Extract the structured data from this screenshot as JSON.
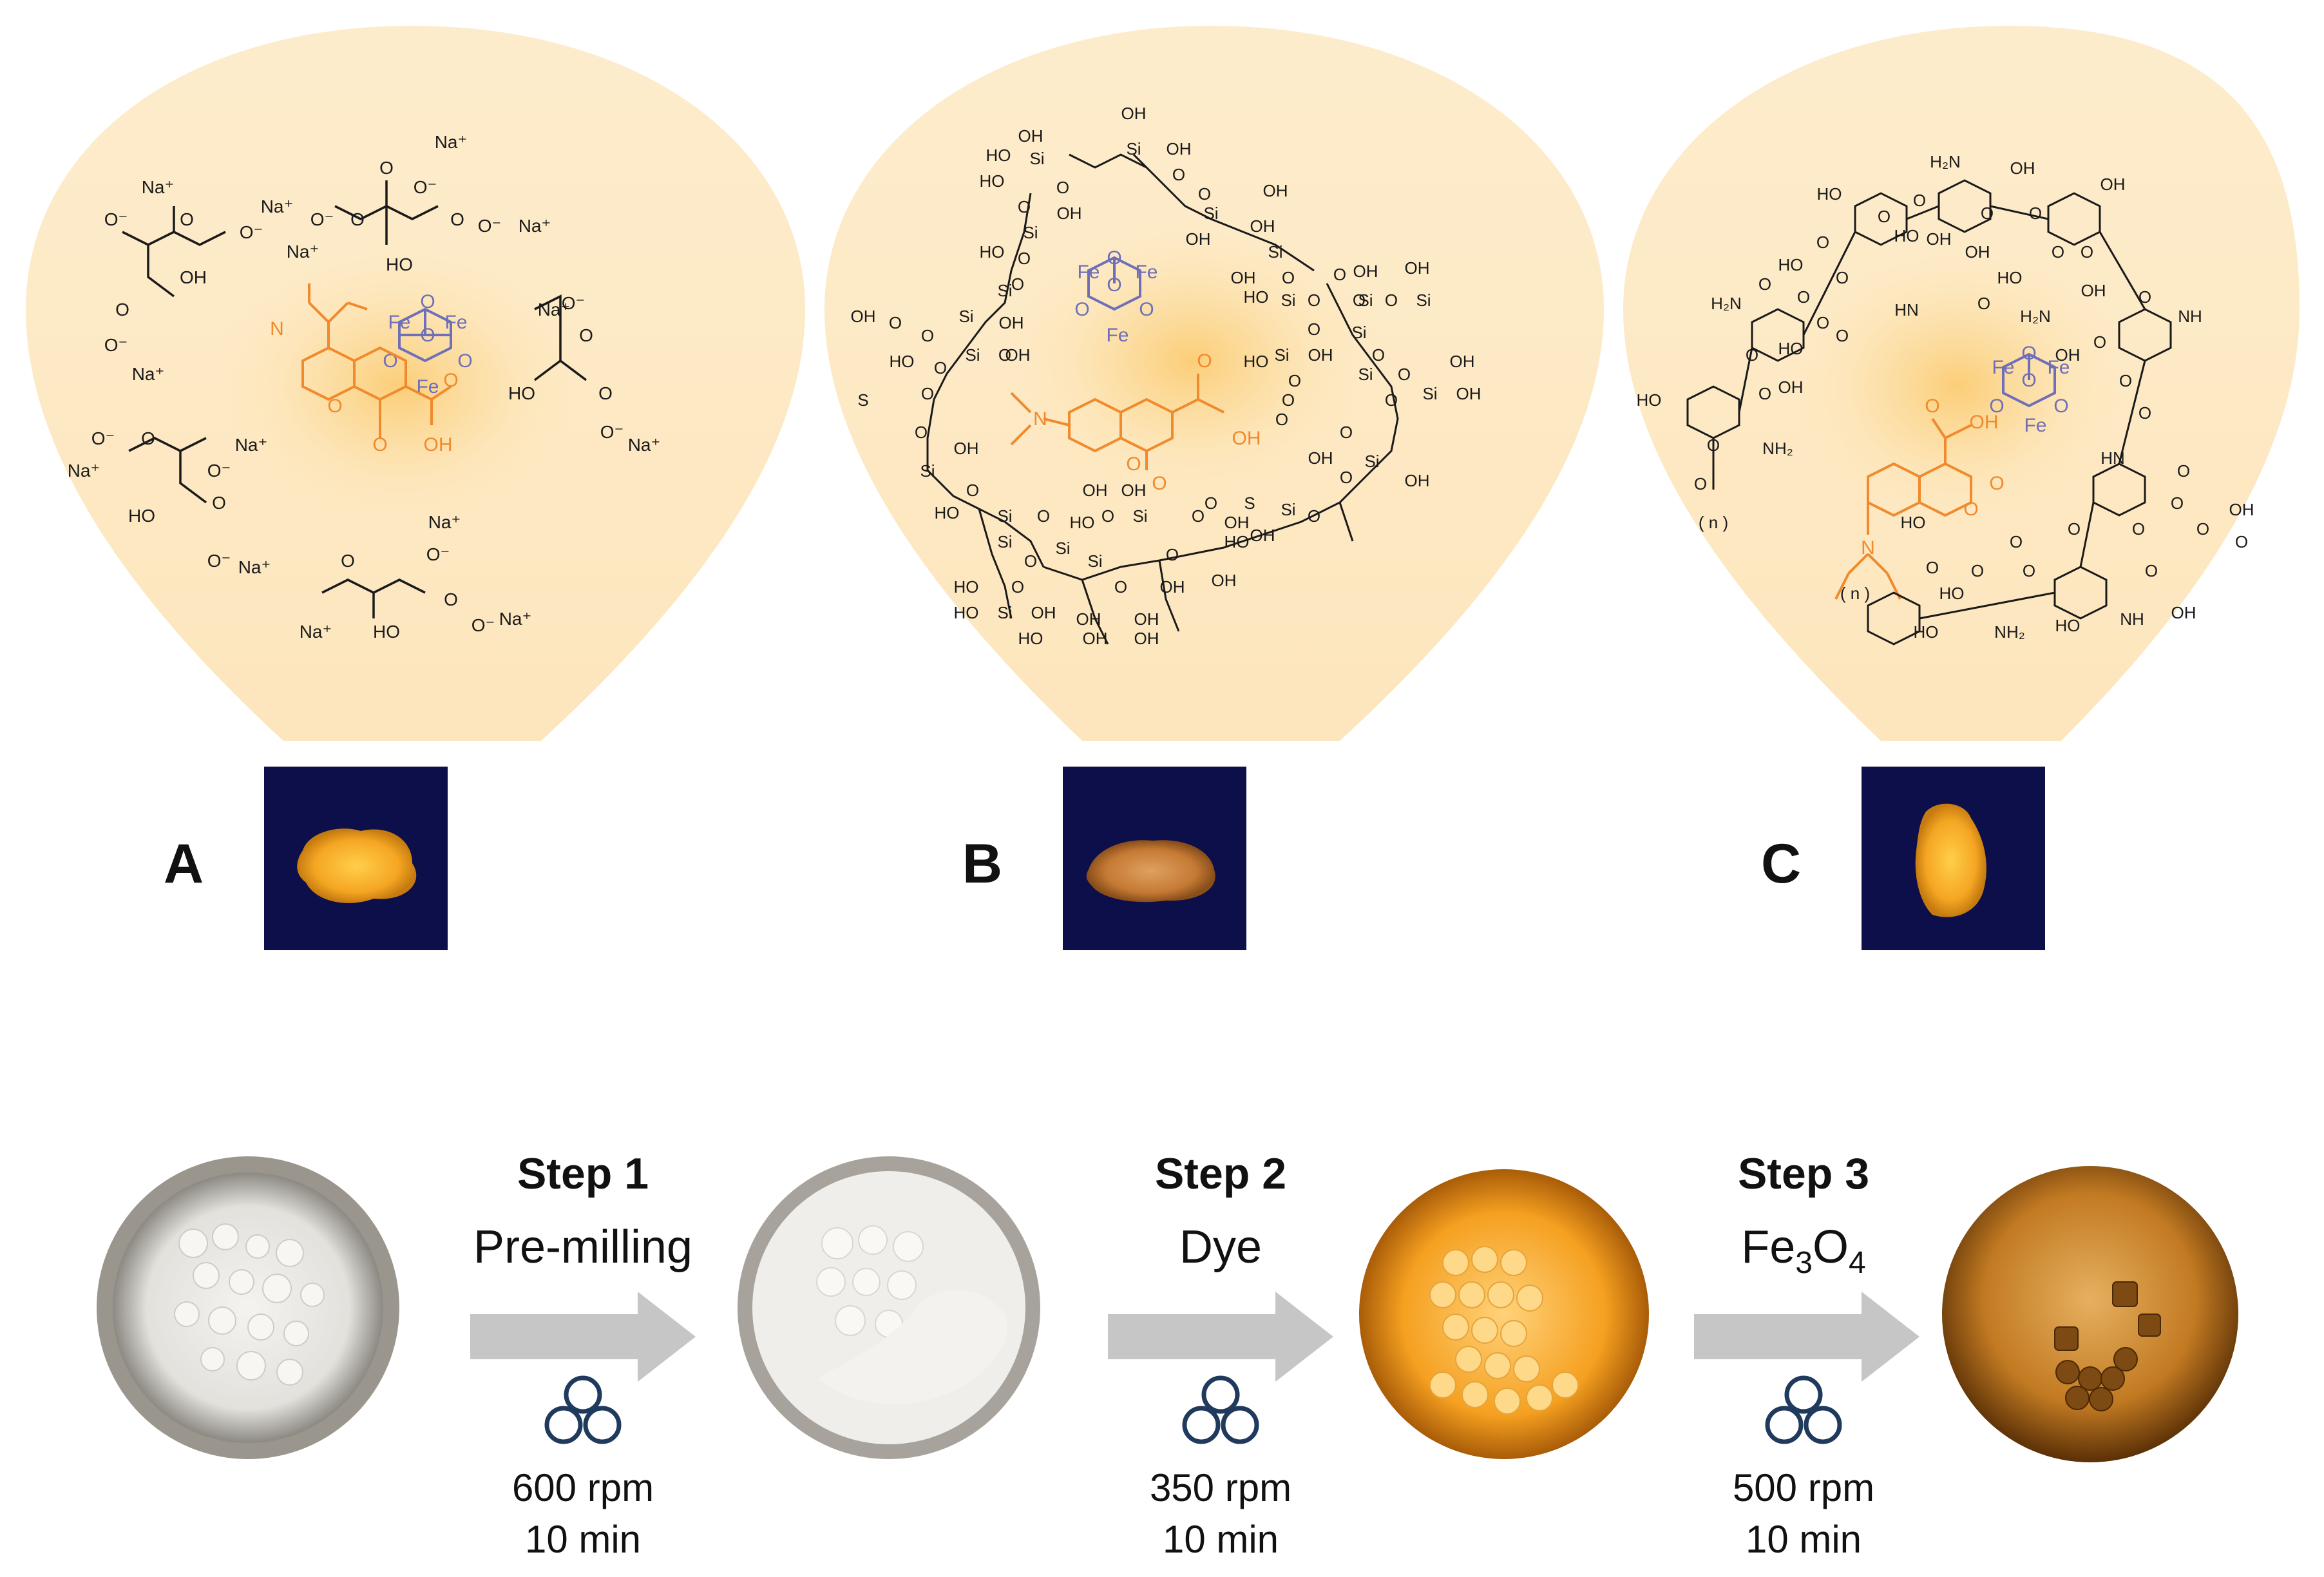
{
  "panels": [
    {
      "label": "A",
      "iron_oxide_atoms": [
        "Fe",
        "O",
        "Fe",
        "O",
        "O",
        "O",
        "Fe"
      ],
      "dye_atoms": [
        "N",
        "O",
        "O",
        "O",
        "OH"
      ],
      "matrix_labels": [
        "Na⁺",
        "Na⁺",
        "O⁻",
        "O⁻",
        "O",
        "O",
        "OH",
        "O⁻",
        "O",
        "O⁻",
        "Na⁺",
        "HO",
        "Na⁺",
        "Na⁺",
        "O⁻",
        "O",
        "O",
        "O⁻",
        "Na⁺",
        "O⁻",
        "O",
        "HO",
        "O",
        "O⁻",
        "Na⁺",
        "Na⁺",
        "O⁻",
        "O",
        "O⁻",
        "Na⁺",
        "HO",
        "O",
        "O⁻",
        "Na⁺",
        "Na⁺",
        "Na⁺",
        "O⁻",
        "O",
        "HO",
        "O",
        "O⁻",
        "Na⁺",
        "Na⁺"
      ]
    },
    {
      "label": "B",
      "iron_oxide_atoms": [
        "Fe",
        "O",
        "Fe",
        "O",
        "O",
        "O",
        "Fe"
      ],
      "dye_atoms": [
        "N",
        "O",
        "O",
        "O",
        "OH"
      ],
      "matrix_labels": [
        "OH",
        "OH",
        "HO",
        "Si",
        "O",
        "Si",
        "OH",
        "HO",
        "O",
        "O",
        "OH",
        "Si",
        "O",
        "Si",
        "O",
        "OH",
        "OH",
        "O",
        "HO",
        "Si",
        "OH",
        "OH",
        "Si",
        "OH",
        "HO",
        "O",
        "Si",
        "O",
        "O",
        "O",
        "OH",
        "Si",
        "O",
        "Si",
        "OH",
        "Si",
        "O",
        "O",
        "Si",
        "OH",
        "O",
        "HO",
        "Si",
        "O",
        "O",
        "OH",
        "Si",
        "OH",
        "HO",
        "O",
        "O",
        "Si",
        "O",
        "O",
        "OH",
        "O",
        "S",
        "O",
        "O",
        "Si",
        "OH",
        "O",
        "OH",
        "OH",
        "O",
        "Si",
        "OH",
        "Si",
        "O",
        "O",
        "OH",
        "HO",
        "Si",
        "O",
        "OH",
        "O",
        "HO",
        "Si",
        "O",
        "OH",
        "Si",
        "O",
        "S",
        "O",
        "Si",
        "OH",
        "HO",
        "Si",
        "O",
        "Si",
        "O",
        "HO",
        "OH",
        "O",
        "O",
        "OH",
        "HO",
        "Si",
        "OH",
        "OH",
        "OH",
        "HO",
        "OH",
        "OH"
      ]
    },
    {
      "label": "C",
      "iron_oxide_atoms": [
        "Fe",
        "O",
        "Fe",
        "O",
        "O",
        "O",
        "Fe"
      ],
      "dye_atoms": [
        "N",
        "O",
        "O",
        "O",
        "OH"
      ],
      "matrix_labels": [
        "H₂N",
        "OH",
        "HO",
        "O",
        "O",
        "HO",
        "O",
        "O",
        "OH",
        "OH",
        "O",
        "OH",
        "HO",
        "O",
        "O",
        "O",
        "O",
        "HO",
        "HN",
        "O",
        "H₂N",
        "O",
        "OH",
        "O",
        "NH",
        "H₂N",
        "O",
        "O",
        "HO",
        "O",
        "O",
        "O",
        "OH",
        "HO",
        "O",
        "OH",
        "O",
        "NH₂",
        "O",
        "HN",
        "O",
        "O",
        "OH",
        "O",
        "( n )",
        "HO",
        "O",
        "O",
        "O",
        "O",
        "O",
        "( n )",
        "O",
        "O",
        "O",
        "HO",
        "O",
        "NH",
        "HO",
        "NH₂",
        "HO",
        "OH"
      ]
    }
  ],
  "steps": [
    {
      "title": "Step 1",
      "subtitle": "Pre-milling",
      "speed": "600 rpm",
      "time": "10 min"
    },
    {
      "title": "Step 2",
      "subtitle": "Dye",
      "speed": "350 rpm",
      "time": "10 min"
    },
    {
      "title": "Step 3",
      "subtitle_main": "Fe",
      "subtitle_sub1": "3",
      "subtitle_mid": "O",
      "subtitle_sub2": "4",
      "speed": "500 rpm",
      "time": "10 min"
    }
  ],
  "colors": {
    "bubble_fill": "#fde9c4",
    "bubble_glow": "#fbd58a",
    "dye": "#f08a2c",
    "iron_oxide": "#6f6fb8",
    "matrix": "#1a1a1a",
    "photo_background": "#0d0f4a",
    "powder": "#f5a623",
    "arrow": "#c6c6c6",
    "mill_icon": "#1f3a5c"
  }
}
